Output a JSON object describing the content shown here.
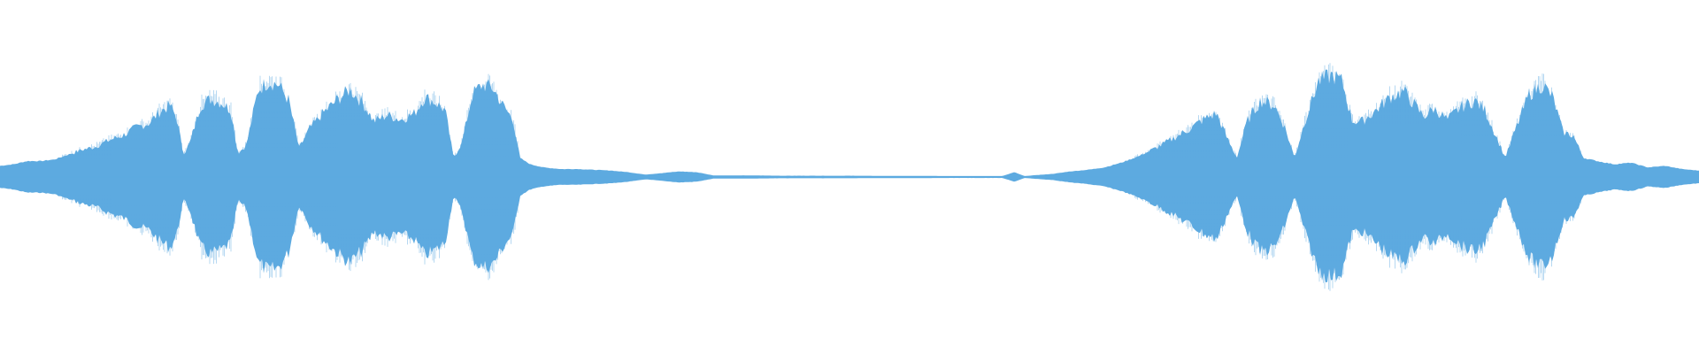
{
  "waveform": {
    "color": "#5DAAE0",
    "background": "#FFFFFF",
    "envelope": [
      [
        0,
        0.07
      ],
      [
        0.008,
        0.08
      ],
      [
        0.016,
        0.1
      ],
      [
        0.024,
        0.1
      ],
      [
        0.032,
        0.11
      ],
      [
        0.04,
        0.14
      ],
      [
        0.048,
        0.17
      ],
      [
        0.056,
        0.19
      ],
      [
        0.064,
        0.23
      ],
      [
        0.072,
        0.26
      ],
      [
        0.08,
        0.31
      ],
      [
        0.088,
        0.34
      ],
      [
        0.094,
        0.41
      ],
      [
        0.1,
        0.45
      ],
      [
        0.104,
        0.37
      ],
      [
        0.108,
        0.14
      ],
      [
        0.112,
        0.22
      ],
      [
        0.118,
        0.45
      ],
      [
        0.124,
        0.49
      ],
      [
        0.13,
        0.47
      ],
      [
        0.136,
        0.42
      ],
      [
        0.14,
        0.15
      ],
      [
        0.145,
        0.2
      ],
      [
        0.152,
        0.55
      ],
      [
        0.158,
        0.6
      ],
      [
        0.164,
        0.58
      ],
      [
        0.17,
        0.48
      ],
      [
        0.176,
        0.18
      ],
      [
        0.182,
        0.3
      ],
      [
        0.19,
        0.4
      ],
      [
        0.198,
        0.48
      ],
      [
        0.206,
        0.55
      ],
      [
        0.214,
        0.46
      ],
      [
        0.22,
        0.35
      ],
      [
        0.228,
        0.39
      ],
      [
        0.236,
        0.36
      ],
      [
        0.244,
        0.4
      ],
      [
        0.25,
        0.5
      ],
      [
        0.256,
        0.47
      ],
      [
        0.262,
        0.42
      ],
      [
        0.267,
        0.12
      ],
      [
        0.272,
        0.22
      ],
      [
        0.278,
        0.52
      ],
      [
        0.284,
        0.58
      ],
      [
        0.29,
        0.56
      ],
      [
        0.296,
        0.45
      ],
      [
        0.302,
        0.36
      ],
      [
        0.306,
        0.12
      ],
      [
        0.312,
        0.08
      ],
      [
        0.32,
        0.06
      ],
      [
        0.33,
        0.05
      ],
      [
        0.34,
        0.05
      ],
      [
        0.35,
        0.045
      ],
      [
        0.36,
        0.04
      ],
      [
        0.37,
        0.03
      ],
      [
        0.38,
        0.015
      ],
      [
        0.39,
        0.025
      ],
      [
        0.4,
        0.035
      ],
      [
        0.41,
        0.03
      ],
      [
        0.42,
        0.01
      ],
      [
        0.44,
        0.01
      ],
      [
        0.46,
        0.008
      ],
      [
        0.48,
        0.008
      ],
      [
        0.5,
        0.008
      ],
      [
        0.52,
        0.007
      ],
      [
        0.54,
        0.007
      ],
      [
        0.56,
        0.006
      ],
      [
        0.58,
        0.006
      ],
      [
        0.59,
        0.006
      ],
      [
        0.597,
        0.03
      ],
      [
        0.603,
        0.006
      ],
      [
        0.61,
        0.012
      ],
      [
        0.62,
        0.02
      ],
      [
        0.63,
        0.035
      ],
      [
        0.64,
        0.045
      ],
      [
        0.65,
        0.06
      ],
      [
        0.66,
        0.09
      ],
      [
        0.67,
        0.13
      ],
      [
        0.68,
        0.18
      ],
      [
        0.69,
        0.24
      ],
      [
        0.7,
        0.3
      ],
      [
        0.708,
        0.36
      ],
      [
        0.716,
        0.4
      ],
      [
        0.722,
        0.25
      ],
      [
        0.728,
        0.12
      ],
      [
        0.734,
        0.35
      ],
      [
        0.742,
        0.48
      ],
      [
        0.75,
        0.45
      ],
      [
        0.756,
        0.32
      ],
      [
        0.762,
        0.12
      ],
      [
        0.768,
        0.35
      ],
      [
        0.776,
        0.6
      ],
      [
        0.784,
        0.64
      ],
      [
        0.79,
        0.6
      ],
      [
        0.796,
        0.35
      ],
      [
        0.802,
        0.35
      ],
      [
        0.81,
        0.42
      ],
      [
        0.818,
        0.5
      ],
      [
        0.826,
        0.54
      ],
      [
        0.832,
        0.46
      ],
      [
        0.838,
        0.38
      ],
      [
        0.844,
        0.43
      ],
      [
        0.852,
        0.36
      ],
      [
        0.86,
        0.44
      ],
      [
        0.868,
        0.48
      ],
      [
        0.874,
        0.42
      ],
      [
        0.88,
        0.27
      ],
      [
        0.886,
        0.12
      ],
      [
        0.892,
        0.3
      ],
      [
        0.9,
        0.52
      ],
      [
        0.908,
        0.58
      ],
      [
        0.914,
        0.5
      ],
      [
        0.92,
        0.28
      ],
      [
        0.926,
        0.26
      ],
      [
        0.932,
        0.12
      ],
      [
        0.94,
        0.1
      ],
      [
        0.95,
        0.08
      ],
      [
        0.96,
        0.09
      ],
      [
        0.97,
        0.06
      ],
      [
        0.98,
        0.07
      ],
      [
        0.99,
        0.05
      ],
      [
        1.0,
        0.04
      ]
    ],
    "seed": 7
  }
}
